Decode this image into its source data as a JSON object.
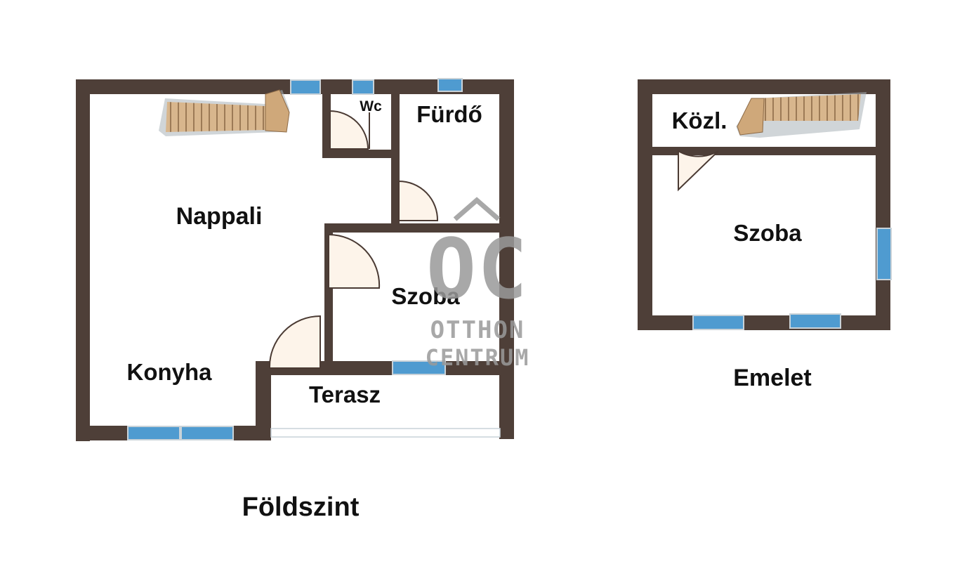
{
  "colors": {
    "wall": "#4e3f38",
    "window": "#4f9bd0",
    "window_frame": "#c9d2d8",
    "door_fill": "#fdf4ea",
    "door_stroke": "#4a3a33",
    "stairs": "#d5b48d",
    "stairs_shadow": "#9aa6ad",
    "watermark": "#9a9a9a"
  },
  "ground_floor": {
    "title": "Földszint",
    "rooms": {
      "nappali": "Nappali",
      "konyha": "Konyha",
      "wc": "Wc",
      "furdo": "Fürdő",
      "szoba": "Szoba",
      "terasz": "Terasz"
    }
  },
  "upper_floor": {
    "title": "Emelet",
    "rooms": {
      "kozl": "Közl.",
      "szoba": "Szoba"
    }
  },
  "watermark": {
    "logo": "OC",
    "line1": "OTTHON",
    "line2": "CENTRUM"
  }
}
